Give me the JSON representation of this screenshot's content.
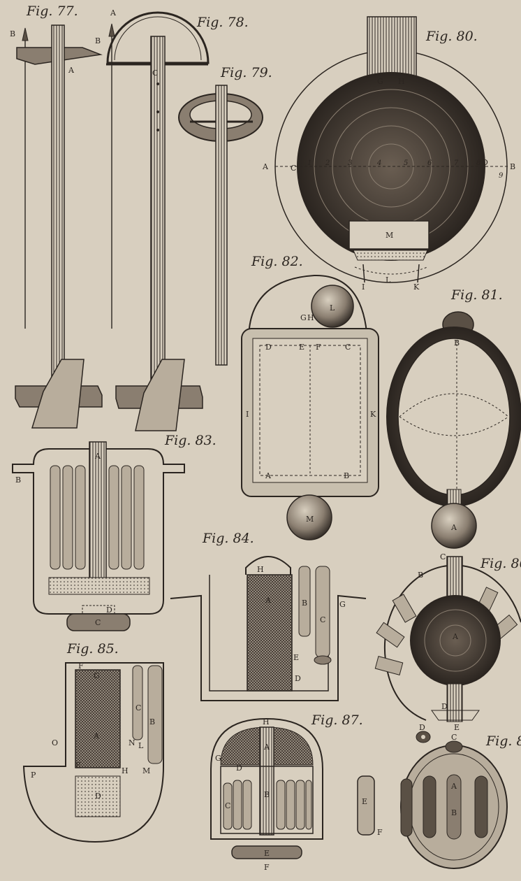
{
  "colors": {
    "paper": "#d8cfbf",
    "ink": "#2b2520",
    "shade": "#5a5045",
    "dark": "#3a322b"
  },
  "figures": {
    "fig77": {
      "caption": "Fig. 77.",
      "labels": {
        "A": "A",
        "B": "B"
      }
    },
    "fig78": {
      "caption": "Fig. 78.",
      "labels": {
        "A": "A",
        "B": "B",
        "C": "C"
      }
    },
    "fig79": {
      "caption": "Fig. 79."
    },
    "fig80": {
      "caption": "Fig. 80.",
      "labels": {
        "A": "A",
        "B": "B",
        "C": "C",
        "D": "D",
        "G": "G",
        "H": "H",
        "I": "I",
        "K": "K",
        "L": "L",
        "M": "M"
      },
      "scale": [
        "1",
        "2",
        "3",
        "4",
        "5",
        "6",
        "7",
        "8",
        "9"
      ]
    },
    "fig81": {
      "caption": "Fig. 81.",
      "labels": {
        "A": "A",
        "B": "B"
      }
    },
    "fig82": {
      "caption": "Fig. 82.",
      "labels": {
        "A": "A",
        "B": "B",
        "C": "C",
        "D": "D",
        "E": "E",
        "F": "F",
        "G": "G",
        "H": "H",
        "I": "I",
        "K": "K",
        "L": "L",
        "M": "M"
      }
    },
    "fig83": {
      "caption": "Fig. 83.",
      "labels": {
        "A": "A",
        "B": "B",
        "C": "C",
        "D": "D"
      }
    },
    "fig84": {
      "caption": "Fig. 84.",
      "labels": {
        "A": "A",
        "B": "B",
        "C": "C",
        "D": "D",
        "E": "E",
        "G": "G",
        "H": "H"
      }
    },
    "fig85": {
      "caption": "Fig. 85.",
      "labels": {
        "A": "A",
        "B": "B",
        "C": "C",
        "D": "D",
        "E": "E",
        "F": "F",
        "G": "G",
        "H": "H",
        "L": "L",
        "M": "M",
        "N": "N",
        "O": "O",
        "P": "P"
      }
    },
    "fig86": {
      "caption": "Fig. 86",
      "labels": {
        "A": "A",
        "B": "B",
        "C": "C",
        "D": "D",
        "E": "E"
      }
    },
    "fig87": {
      "caption": "Fig. 87.",
      "labels": {
        "A": "A",
        "B": "B",
        "C": "C",
        "D": "D",
        "E": "E",
        "F": "F",
        "G": "G"
      }
    },
    "fig88": {
      "caption": "Fig. 8",
      "labels": {
        "A": "A",
        "B": "B",
        "C": "C",
        "D": "D",
        "E": "E",
        "F": "F"
      }
    }
  }
}
